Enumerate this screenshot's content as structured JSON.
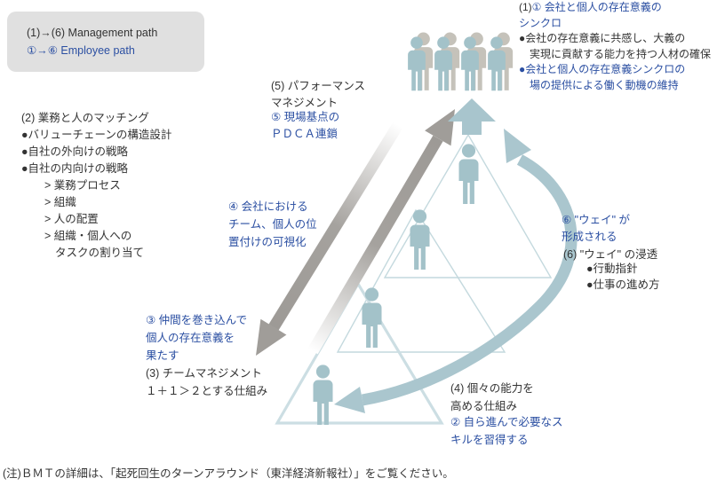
{
  "colors": {
    "accent_blue": "#2b4fa2",
    "text_black": "#333333",
    "person_teal": "#a3c2c9",
    "person_gray": "#c5c2ba",
    "arrow_gray": "#a09d99",
    "arrow_teal": "#aac6ce",
    "triangle_outline": "#c4d9de",
    "legend_bg": "#e0e0e0"
  },
  "legend": {
    "management_path": "(1)→(6) Management path",
    "employee_path": "①→⑥ Employee path"
  },
  "blocks": {
    "sync": {
      "prefix": "(1)",
      "line1": "① 会社と個人の存在意義の",
      "line2": "シンクロ",
      "black_lines": [
        "●会社の存在意義に共感し、大義の",
        "実現に貢献する能力を持つ人材の確保"
      ],
      "blue_lines": [
        "●会社と個人の存在意義シンクロの",
        "場の提供による働く動機の維持"
      ]
    },
    "matching": {
      "lines": [
        "(2) 業務と人のマッチング",
        "●バリューチェーンの構造設計",
        "●自社の外向けの戦略",
        "●自社の内向けの戦略",
        "> 業務プロセス",
        "> 組織",
        "> 人の配置",
        "> 組織・個人への",
        "タスクの割り当て"
      ]
    },
    "performance": {
      "black_lines": [
        "(5) パフォーマンス",
        "マネジメント"
      ],
      "blue_lines": [
        "⑤ 現場基点の",
        "ＰＤＣＡ連鎖"
      ]
    },
    "visualization": {
      "blue_lines": [
        "④ 会社における",
        "チーム、個人の位",
        "置付けの可視化"
      ]
    },
    "team": {
      "blue_lines": [
        "③ 仲間を巻き込んで",
        "個人の存在意義を",
        "果たす"
      ],
      "black_lines": [
        "(3) チームマネジメント",
        "１＋１＞２とする仕組み"
      ]
    },
    "way": {
      "blue_lines": [
        "⑥ \"ウェイ\" が",
        "形成される"
      ],
      "black_line": "(6) \"ウェイ\" の浸透",
      "bullets": [
        "●行動指針",
        "●仕事の進め方"
      ]
    },
    "ability": {
      "black_lines": [
        "(4) 個々の能力を",
        "高める仕組み"
      ],
      "blue_lines": [
        "② 自ら進んで必要なス",
        "キルを習得する"
      ]
    }
  },
  "note": "(注)ＢＭＴの詳細は、「起死回生のターンアラウンド（東洋経済新報社）」をご覧ください。"
}
